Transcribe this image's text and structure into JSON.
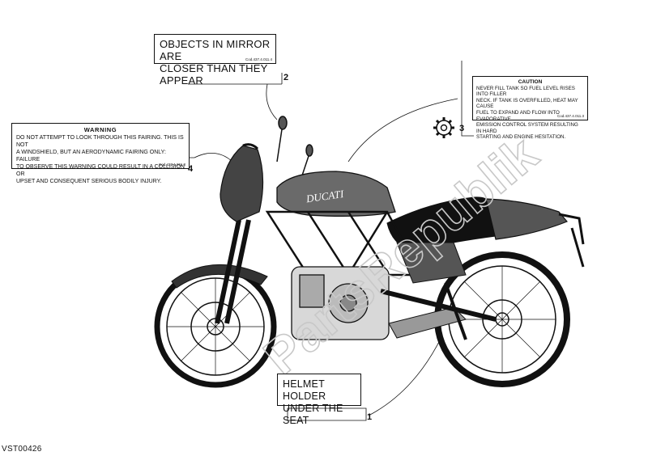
{
  "decals": [
    {
      "number": "1",
      "lines": [
        "HELMET HOLDER",
        "UNDER THE SEAT"
      ]
    },
    {
      "number": "2",
      "lines": [
        "OBJECTS IN MIRROR ARE",
        "CLOSER THAN THEY APPEAR"
      ],
      "code": "Cod.437.4.011.4"
    },
    {
      "number": "3",
      "heading": "CAUTION",
      "lines": [
        "NEVER FILL TANK SO FUEL LEVEL RISES INTO FILLER",
        "NECK. IF TANK IS OVERFILLED, HEAT MAY CAUSE",
        "FUEL TO EXPAND AND FLOW INTO EVAPORATIVE",
        "EMISSION CONTROL SYSTEM RESULTING IN HARD",
        "STARTING AND ENGINE HESITATION."
      ],
      "code": "Cod.437.4.011.3"
    },
    {
      "number": "4",
      "heading": "WARNING",
      "lines": [
        "DO NOT ATTEMPT TO LOOK THROUGH THIS FAIRING. THIS IS NOT",
        "A WINDSHIELD, BUT AN AERODYNAMIC FAIRING ONLY: FAILURE",
        "TO OBSERVE THIS WARNING COULD RESULT IN A COLLISION OR",
        "UPSET AND CONSEQUENT SERIOUS BODILY INJURY."
      ],
      "code": "Cod.437.1.011.8"
    }
  ],
  "tank_brand": "DUCATI",
  "watermark": "PartsRepublik",
  "footer_code": "VST00426"
}
